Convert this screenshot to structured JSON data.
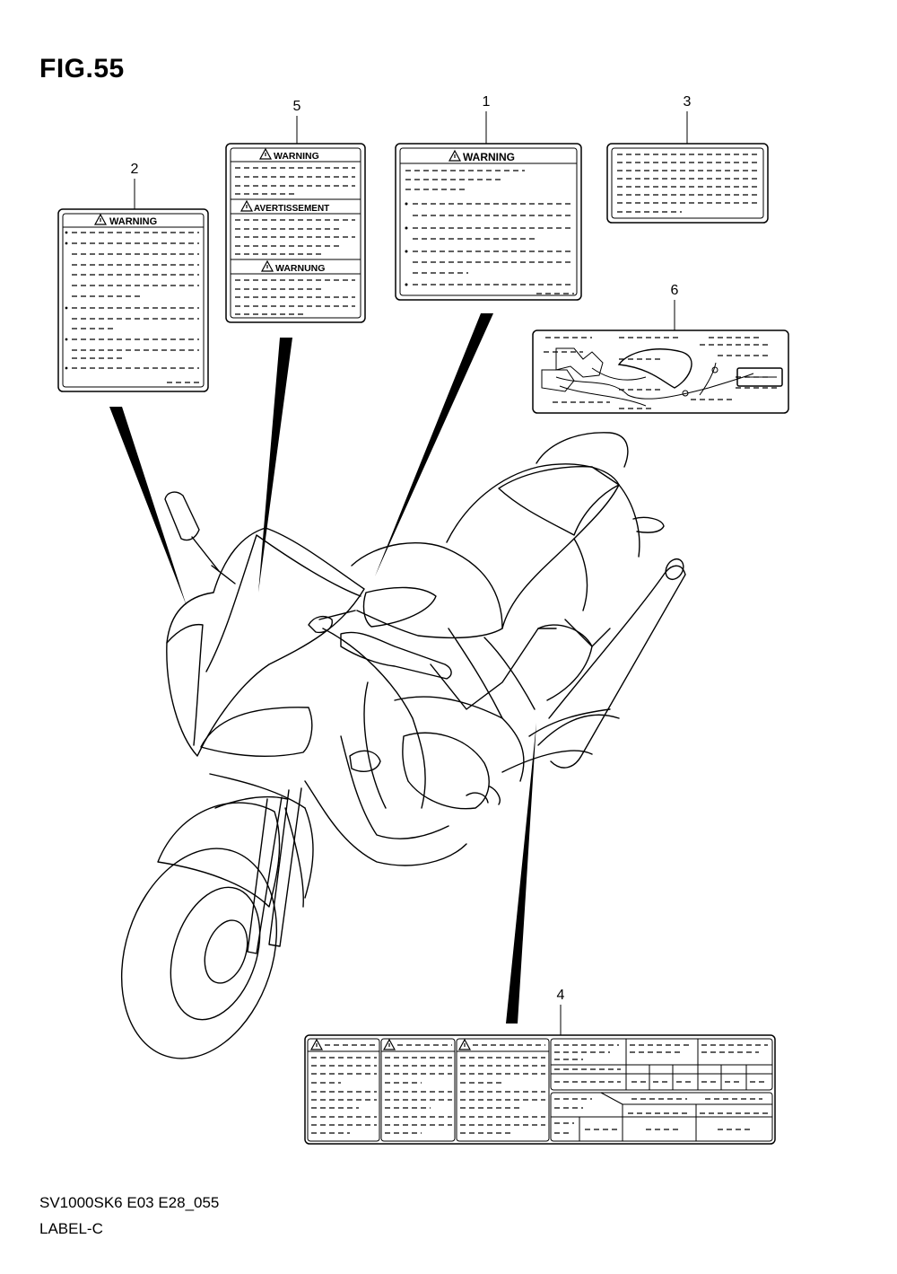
{
  "figure": {
    "title": "FIG.55",
    "code": "SV1000SK6 E03 E28_055",
    "name": "LABEL-C"
  },
  "callouts": [
    {
      "num": "1",
      "label_heading": "WARNING"
    },
    {
      "num": "2",
      "label_heading": "WARNING"
    },
    {
      "num": "3",
      "label_heading": ""
    },
    {
      "num": "4",
      "label_heading": ""
    },
    {
      "num": "5",
      "label_headings": [
        "WARNING",
        "AVERTISSEMENT",
        "WARNUNG"
      ]
    },
    {
      "num": "6",
      "label_heading": ""
    }
  ],
  "icons": {
    "warning": "warning-triangle-icon"
  }
}
